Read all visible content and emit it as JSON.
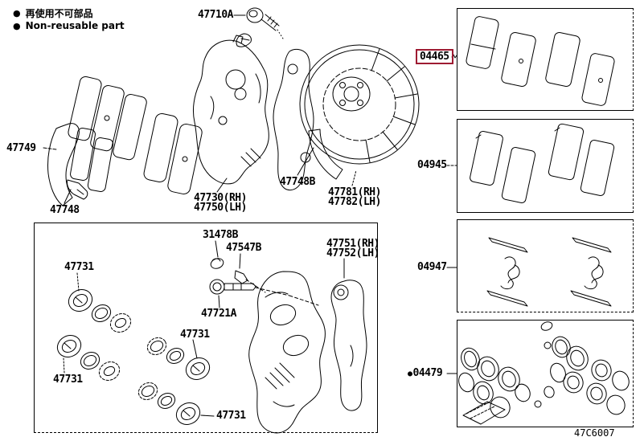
{
  "legend": {
    "bullet": "●",
    "jp": "再使用不可部品",
    "en": "Non-reusable part"
  },
  "colors": {
    "highlight_box": "#9e1b32",
    "line": "#000000",
    "background": "#ffffff"
  },
  "footer": {
    "diagram_code": "47C6007"
  },
  "labels": {
    "bolt_top": "47710A",
    "pad_support_plate": "47749",
    "pad_wear_indicator": "47748",
    "caliper_assy_rh": "47730(RH)",
    "caliper_assy_lh": "47750(LH)",
    "shield_gasket": "47748B",
    "dust_cover_rh": "47781(RH)",
    "dust_cover_lh": "47782(LH)",
    "pad_kit": "04465",
    "shim_kit": "04945",
    "fitting_kit": "04947",
    "cylinder_kit_marker": "●",
    "cylinder_kit": "04479",
    "bleeder_cap": "31478B",
    "bleeder_plug": "47547B",
    "slide_bolt": "47721A",
    "mounting_rh": "47751(RH)",
    "mounting_lh": "47752(LH)",
    "piston_a": "47731",
    "piston_b": "47731",
    "piston_c": "47731",
    "piston_d": "47731"
  }
}
